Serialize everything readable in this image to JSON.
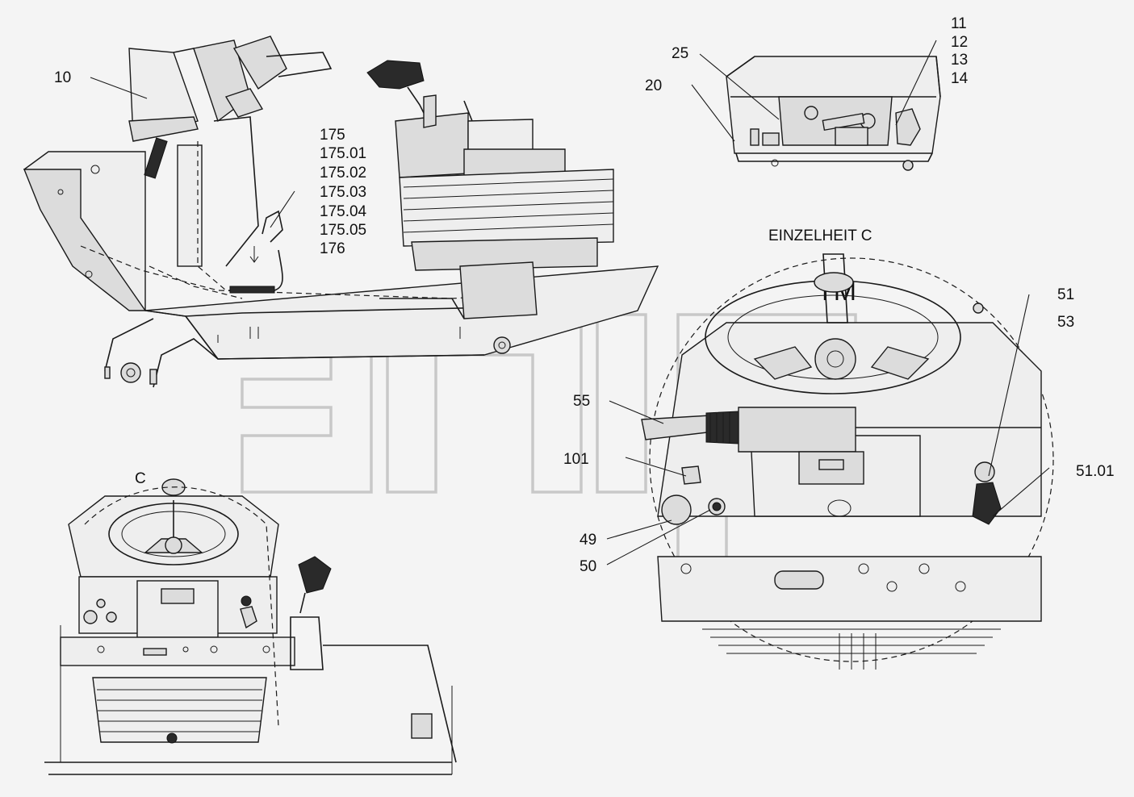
{
  "watermark": "TM",
  "detail_title": "EINZELHEIT C",
  "view_label": "C",
  "callouts": {
    "c10": "10",
    "c175": "175",
    "c17501": "175.01",
    "c17502": "175.02",
    "c17503": "175.03",
    "c17504": "175.04",
    "c17505": "175.05",
    "c176": "176",
    "c25": "25",
    "c20": "20",
    "c11": "11",
    "c12": "12",
    "c13": "13",
    "c14": "14",
    "c51": "51",
    "c53": "53",
    "c55": "55",
    "c101": "101",
    "c5101": "51.01",
    "c49": "49",
    "c50": "50"
  }
}
